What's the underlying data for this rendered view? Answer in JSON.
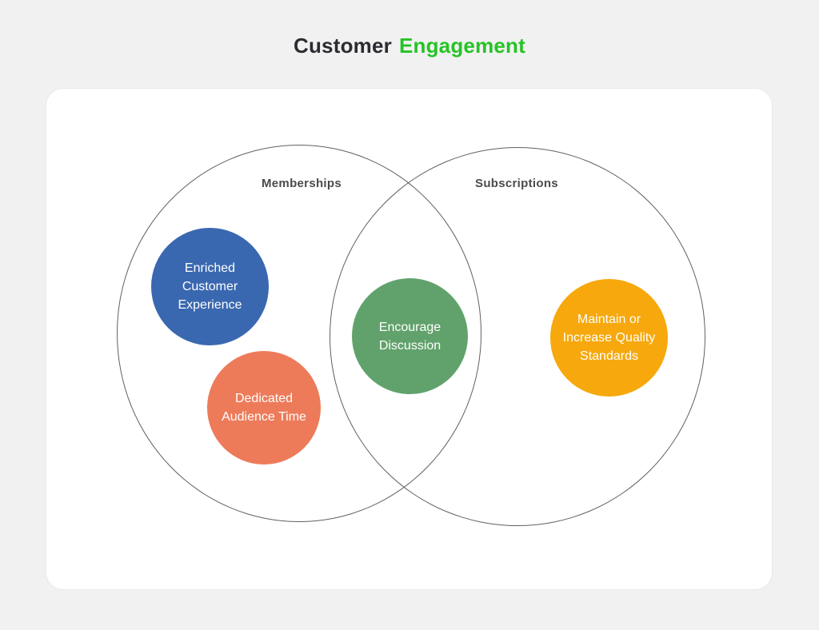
{
  "title": {
    "prefix": "Customer",
    "prefix_color": "#2b2c31",
    "highlight": "Engagement",
    "highlight_color": "#26c325"
  },
  "diagram": {
    "type": "venn",
    "outline_color": "#5f6065",
    "node_text_color": "#ffffff",
    "sets": [
      {
        "label": "Memberships"
      },
      {
        "label": "Subscriptions"
      }
    ],
    "nodes": [
      {
        "label": "Enriched Customer Experience",
        "color": "#3a68b0",
        "set": "Memberships"
      },
      {
        "label": "Dedicated Audience Time",
        "color": "#ed7b59",
        "set": "Memberships"
      },
      {
        "label": "Encourage Discussion",
        "color": "#61a26c",
        "set": "Memberships ∩ Subscriptions"
      },
      {
        "label": "Maintain or Increase Quality Standards",
        "color": "#f6a80d",
        "set": "Subscriptions"
      }
    ]
  }
}
